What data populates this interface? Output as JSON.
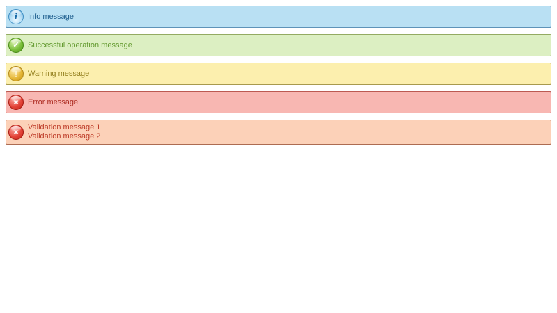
{
  "alerts": [
    {
      "type": "info",
      "icon": "info-icon",
      "icon_glyph": "i",
      "lines": [
        "Info message"
      ],
      "colors": {
        "background": "#b9e0f3",
        "border": "#5e93b8",
        "text": "#1e5e8e"
      }
    },
    {
      "type": "success",
      "icon": "success-check-icon",
      "icon_glyph": "✔",
      "lines": [
        "Successful operation message"
      ],
      "colors": {
        "background": "#dcefc2",
        "border": "#94ab62",
        "text": "#62992e"
      }
    },
    {
      "type": "warning",
      "icon": "warning-exclamation-icon",
      "icon_glyph": "!",
      "lines": [
        "Warning message"
      ],
      "colors": {
        "background": "#fcefae",
        "border": "#a89a4e",
        "text": "#94801f"
      }
    },
    {
      "type": "error",
      "icon": "error-cross-icon",
      "icon_glyph": "✖",
      "lines": [
        "Error message"
      ],
      "colors": {
        "background": "#f8b7b2",
        "border": "#bc5a52",
        "text": "#ae2e24"
      }
    },
    {
      "type": "validation",
      "icon": "error-cross-icon",
      "icon_glyph": "✖",
      "lines": [
        "Validation message 1",
        "Validation message 2"
      ],
      "colors": {
        "background": "#fcd1b8",
        "border": "#ad6c52",
        "text": "#bd3b28"
      }
    }
  ]
}
